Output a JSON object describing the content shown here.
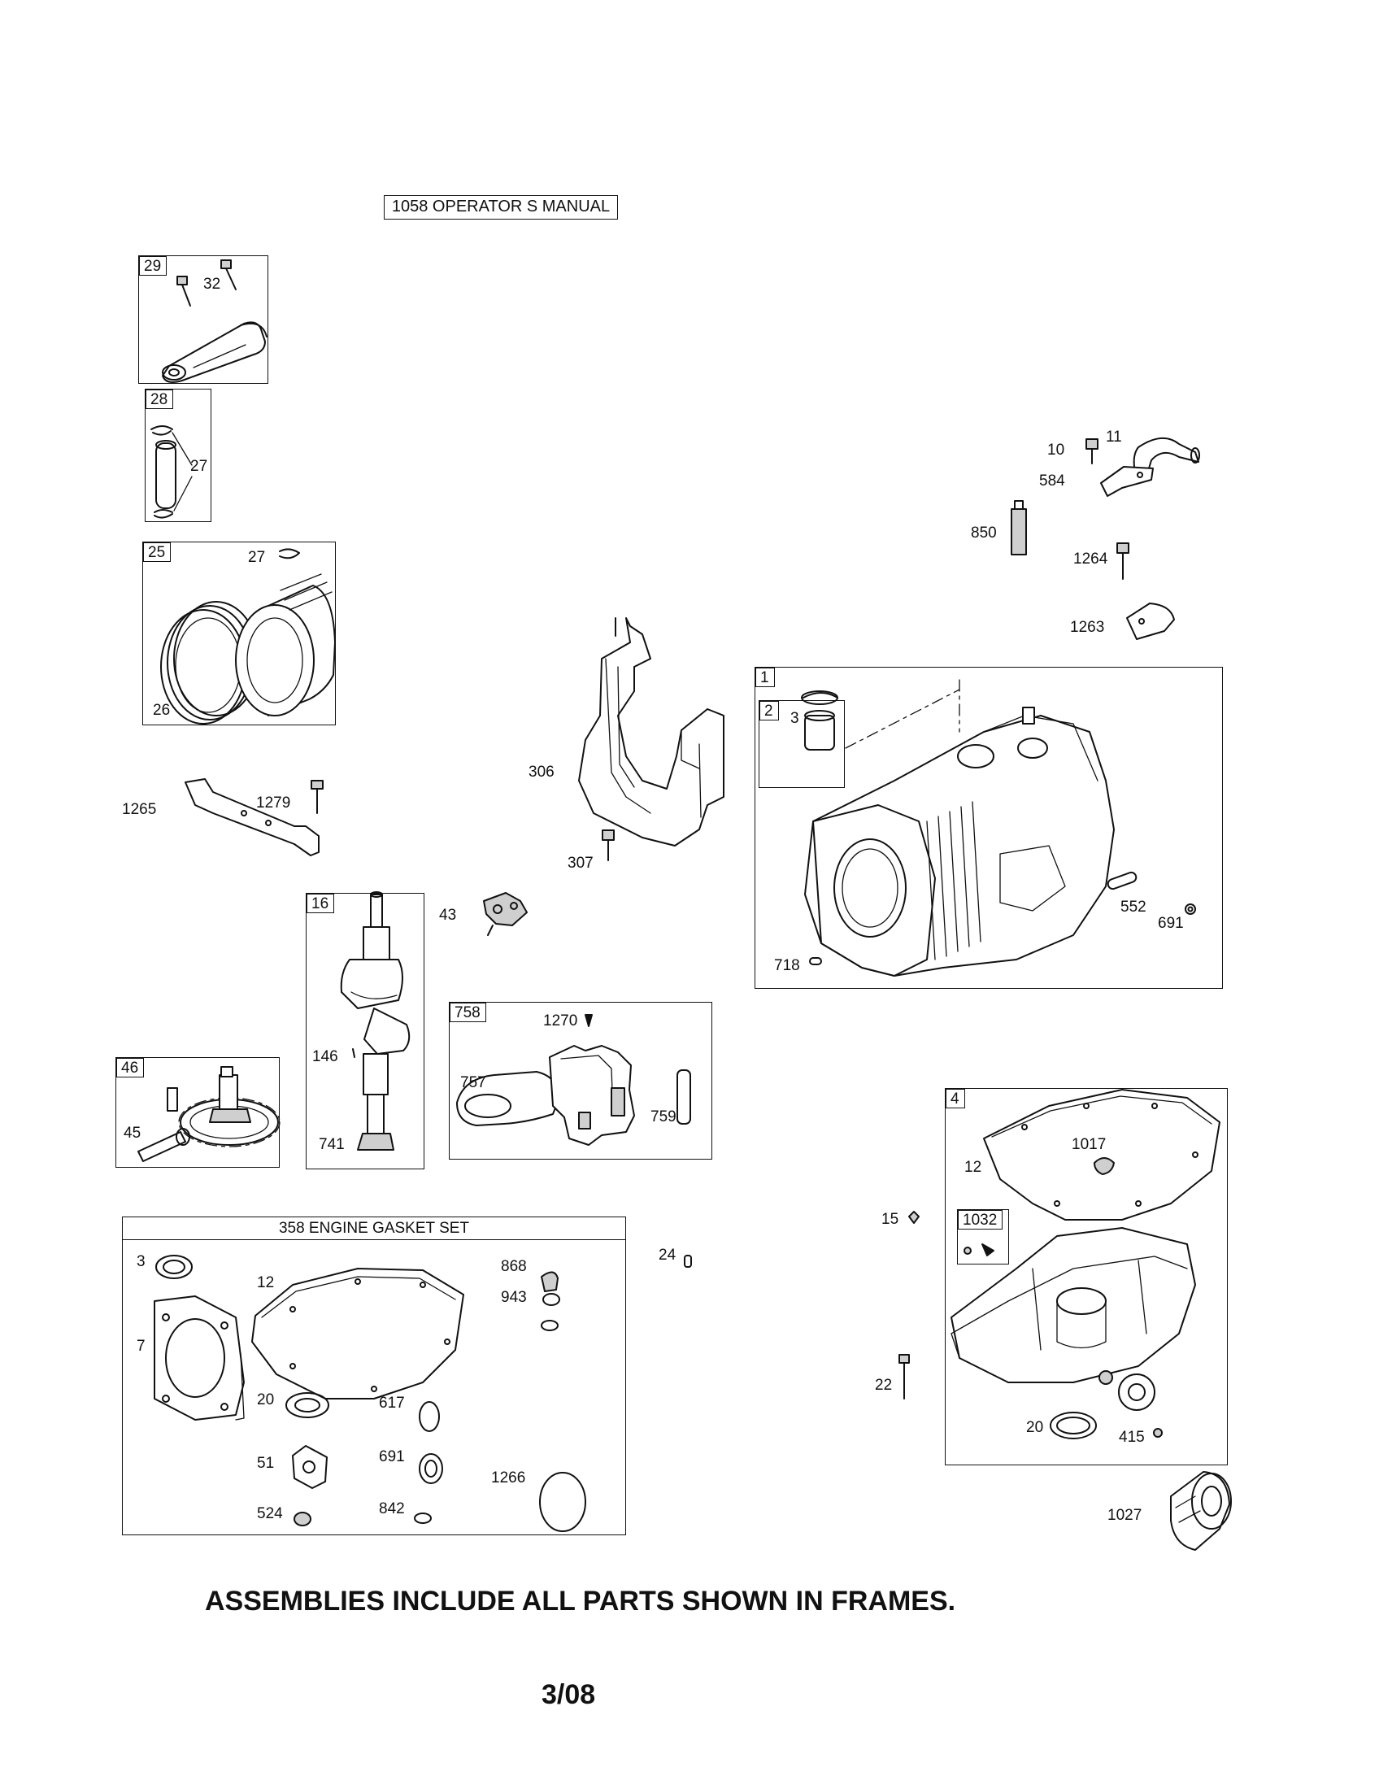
{
  "header": {
    "manual_box": "1058 OPERATOR S MANUAL"
  },
  "frames": {
    "f29": "29",
    "f28": "28",
    "f25": "25",
    "f16": "16",
    "f46": "46",
    "f758": "758",
    "f1": "1",
    "f2": "2",
    "f4": "4",
    "f1032": "1032"
  },
  "gasket_set": {
    "title": "358 ENGINE GASKET SET"
  },
  "callouts": {
    "c32": "32",
    "c27a": "27",
    "c27b": "27",
    "c26": "26",
    "c1265": "1265",
    "c1279": "1279",
    "c306": "306",
    "c307": "307",
    "c43": "43",
    "c146": "146",
    "c741": "741",
    "c45": "45",
    "c1270": "1270",
    "c757": "757",
    "c759": "759",
    "c10": "10",
    "c11": "11",
    "c584": "584",
    "c850": "850",
    "c1264": "1264",
    "c1263": "1263",
    "c3a": "3",
    "c552": "552",
    "c691a": "691",
    "c718": "718",
    "c12a": "12",
    "c1017": "1017",
    "c15": "15",
    "c22": "22",
    "c20a": "20",
    "c415": "415",
    "c1027": "1027",
    "c24": "24",
    "c3b": "3",
    "c12b": "12",
    "c7": "7",
    "c20b": "20",
    "c51": "51",
    "c524": "524",
    "c868": "868",
    "c943": "943",
    "c617": "617",
    "c691b": "691",
    "c842": "842",
    "c1266": "1266"
  },
  "footer": {
    "note": "ASSEMBLIES INCLUDE ALL PARTS SHOWN IN FRAMES.",
    "date": "3/08"
  }
}
